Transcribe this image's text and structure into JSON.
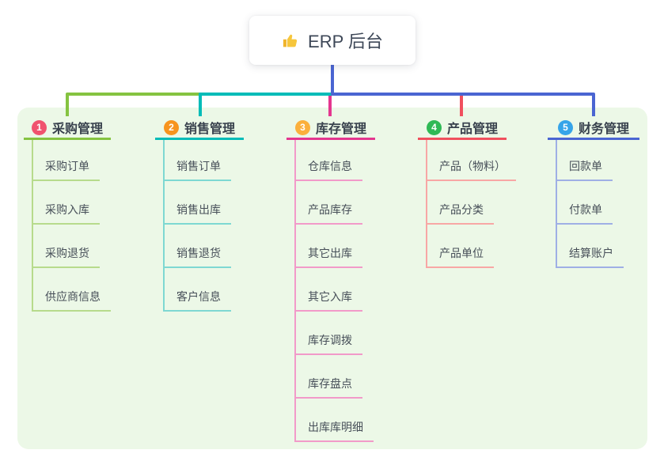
{
  "root": {
    "icon": "thumbs-up",
    "label": "ERP 后台"
  },
  "colors": {
    "panel_bg": "#ecf8e7",
    "root_line": "#4a65d2",
    "card_bg": "#ffffff",
    "root_text": "#3d4757",
    "child_text": "#474f59",
    "thumb_gold": "#f6bf33"
  },
  "branches": [
    {
      "number": "1",
      "title": "采购管理",
      "badge_color": "#f0536e",
      "line_color": "#85c341",
      "child_line_color": "#b7db8c",
      "children": [
        "采购订单",
        "采购入库",
        "采购退货",
        "供应商信息"
      ]
    },
    {
      "number": "2",
      "title": "销售管理",
      "badge_color": "#f7941e",
      "line_color": "#02bcb8",
      "child_line_color": "#7ed8d2",
      "children": [
        "销售订单",
        "销售出库",
        "销售退货",
        "客户信息"
      ]
    },
    {
      "number": "3",
      "title": "库存管理",
      "badge_color": "#fbb03c",
      "line_color": "#e4368f",
      "child_line_color": "#f29ac9",
      "children": [
        "仓库信息",
        "产品库存",
        "其它出库",
        "其它入库",
        "库存调拨",
        "库存盘点",
        "出库库明细"
      ]
    },
    {
      "number": "4",
      "title": "产品管理",
      "badge_color": "#2fb955",
      "line_color": "#f0505e",
      "child_line_color": "#f8a7a5",
      "children": [
        "产品（物料）",
        "产品分类",
        "产品单位"
      ]
    },
    {
      "number": "5",
      "title": "财务管理",
      "badge_color": "#36a4e9",
      "line_color": "#4a65d2",
      "child_line_color": "#9fafe5",
      "children": [
        "回款单",
        "付款单",
        "结算账户"
      ]
    }
  ]
}
